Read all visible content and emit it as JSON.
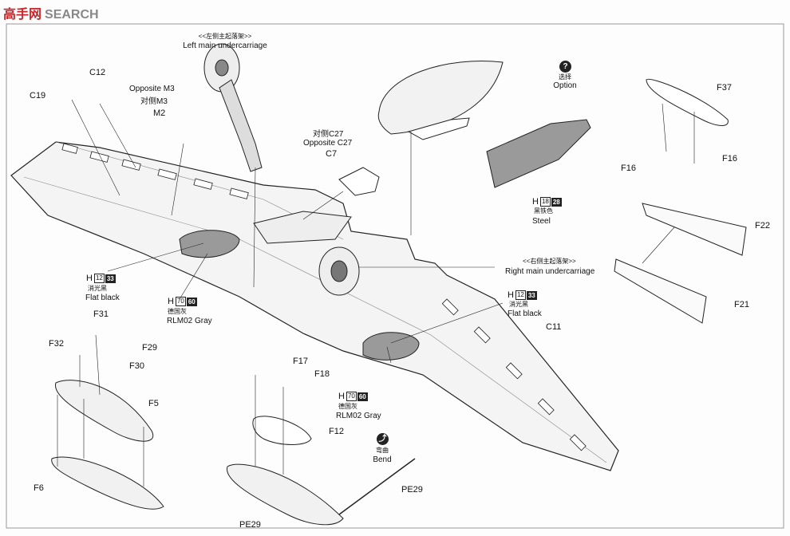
{
  "watermark": {
    "brand": "高手网",
    "text": "SEARCH"
  },
  "parts": {
    "C19": "C19",
    "C12": "C12",
    "M2": "M2",
    "C7": "C7",
    "C11": "C11",
    "F37": "F37",
    "F16a": "F16",
    "F16b": "F16",
    "F22": "F22",
    "F21": "F21",
    "F31": "F31",
    "F32": "F32",
    "F29": "F29",
    "F30": "F30",
    "F5": "F5",
    "F6": "F6",
    "F17": "F17",
    "F18": "F18",
    "F12": "F12",
    "PE29a": "PE29",
    "PE29b": "PE29"
  },
  "notes": {
    "opp_m3_en": "Opposite M3",
    "opp_m3_zh": "对侧M3",
    "left_uc_zh": "<<左侧主起落架>>",
    "left_uc_en": "Left main undercarriage",
    "opp_c27_zh": "对侧C27",
    "opp_c27_en": "Opposite C27",
    "option_zh": "选择",
    "option_en": "Option",
    "right_uc_zh": "<<右侧主起落架>>",
    "right_uc_en": "Right main undercarriage",
    "bend_zh": "弯曲",
    "bend_en": "Bend"
  },
  "colors": {
    "flatblack1": {
      "letter": "H",
      "num": "12",
      "dark": "33",
      "zh": "消光黑",
      "en": "Flat black"
    },
    "rlm1": {
      "letter": "H",
      "num": "70",
      "dark": "60",
      "zh": "德国灰",
      "en": "RLM02 Gray"
    },
    "steel": {
      "letter": "H",
      "num": "18",
      "dark": "28",
      "zh": "黑铁色",
      "en": "Steel"
    },
    "flatblack2": {
      "letter": "H",
      "num": "12",
      "dark": "33",
      "zh": "消光黑",
      "en": "Flat black"
    },
    "rlm2": {
      "letter": "H",
      "num": "70",
      "dark": "60",
      "zh": "德国灰",
      "en": "RLM02 Gray"
    }
  },
  "icons": {
    "option": "question-icon",
    "bend": "bend-icon"
  }
}
